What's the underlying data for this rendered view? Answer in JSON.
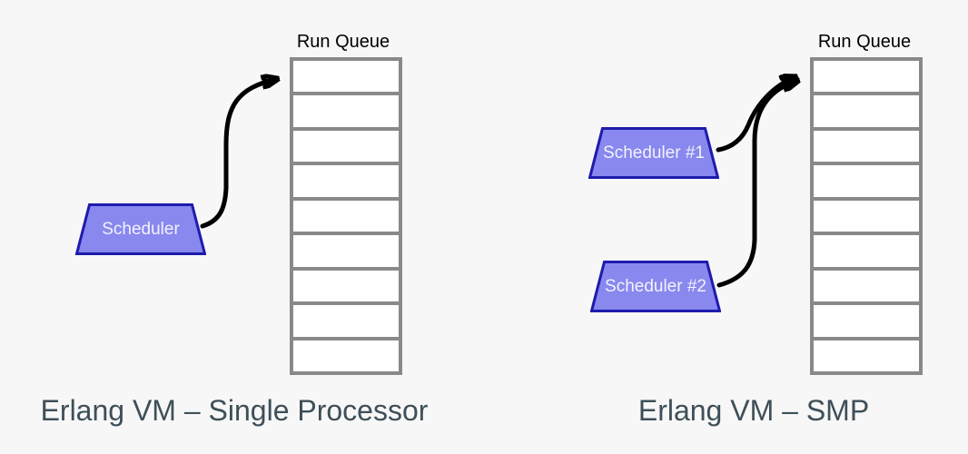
{
  "colors": {
    "background": "#f7f7f7",
    "scheduler_fill": "#8888ee",
    "scheduler_border": "#1e1bad",
    "scheduler_text": "#f2f2ff",
    "queue_border": "#898989",
    "queue_cell": "#ffffff",
    "queue_label": "#000000",
    "caption": "#3e4f58",
    "arrow": "#000000"
  },
  "left_panel": {
    "queue_label": "Run Queue",
    "queue_cells": 9,
    "schedulers": [
      {
        "label": "Scheduler"
      }
    ],
    "caption": "Erlang VM – Single Processor"
  },
  "right_panel": {
    "queue_label": "Run Queue",
    "queue_cells": 9,
    "schedulers": [
      {
        "label": "Scheduler #1"
      },
      {
        "label": "Scheduler #2"
      }
    ],
    "caption": "Erlang VM – SMP"
  }
}
